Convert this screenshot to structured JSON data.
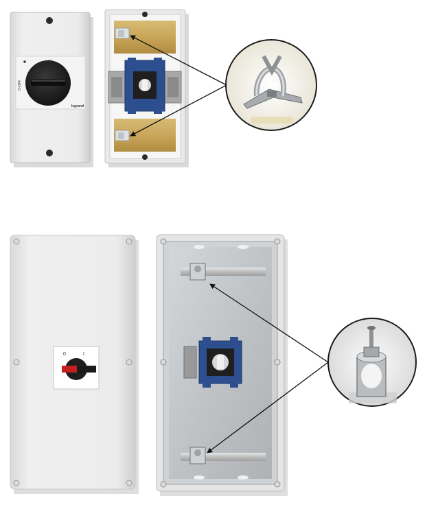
{
  "top_group": {
    "closed_switch": {
      "dial_mark_on": "I-ON",
      "dial_mark_off": "O-OFF",
      "brand": "legrand"
    }
  },
  "bottom_group": {
    "closed_switch": {
      "label_off": "0",
      "label_on": "I"
    }
  },
  "icons": [
    "clamp-detail-icon",
    "clamp-detail-icon"
  ],
  "colors": {
    "enclosure": "#ebebeb",
    "brass": "#c9a65a",
    "switch_blue": "#2d4f8f",
    "handle_black": "#1e1e1e",
    "handle_red": "#c42020"
  }
}
